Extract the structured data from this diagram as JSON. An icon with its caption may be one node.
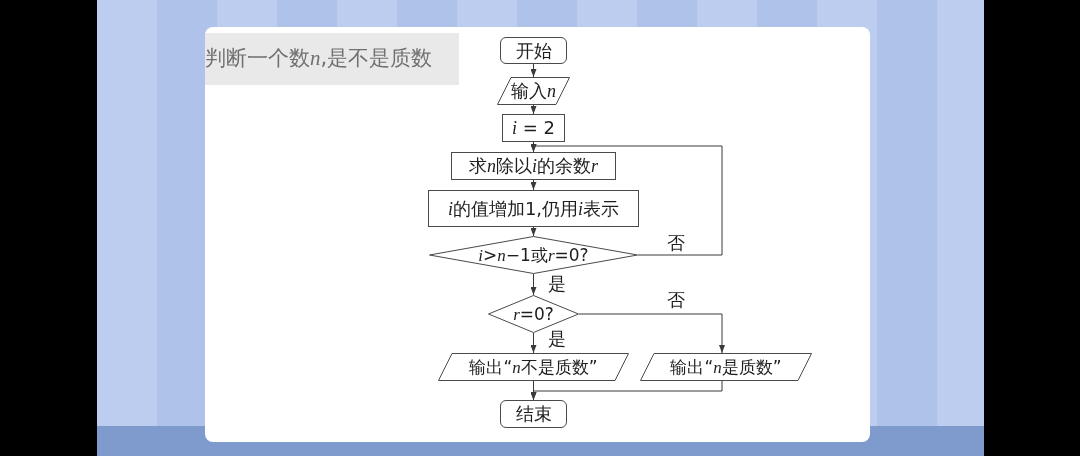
{
  "diagram": {
    "title": "判断一个数n,是不是质数",
    "nodes": [
      {
        "text": [
          "开始"
        ]
      },
      {
        "text": [
          "输入n"
        ]
      },
      {
        "text": [
          "i = 2"
        ]
      },
      {
        "text": [
          "求n除以i的余数r"
        ]
      },
      {
        "text": [
          "i的值增加1,仍用i表示"
        ]
      },
      {
        "text": [
          "i>n−1或r=0?"
        ]
      },
      {
        "text": [
          "r=0?"
        ]
      },
      {
        "text": [
          "输出“n不是质数”"
        ]
      },
      {
        "text": [
          "输出“n是质数”"
        ]
      },
      {
        "text": [
          "结束"
        ]
      }
    ],
    "edges": [
      {
        "from": 0,
        "to": 1,
        "arrow": "to"
      },
      {
        "from": 1,
        "to": 2,
        "arrow": "to"
      },
      {
        "from": 2,
        "to": 3,
        "arrow": "to"
      },
      {
        "from": 3,
        "to": 4,
        "arrow": "to"
      },
      {
        "from": 4,
        "to": 5,
        "arrow": "to"
      },
      {
        "from": 5,
        "to": 3,
        "arrow": "to",
        "label": "否"
      },
      {
        "from": 5,
        "to": 6,
        "arrow": "to",
        "label": "是"
      },
      {
        "from": 6,
        "to": 7,
        "arrow": "to",
        "label": "是"
      },
      {
        "from": 6,
        "to": 8,
        "arrow": "to",
        "label": "否"
      },
      {
        "from": 7,
        "to": 9,
        "arrow": "to"
      },
      {
        "from": 8,
        "to": 9,
        "arrow": "to"
      }
    ]
  }
}
